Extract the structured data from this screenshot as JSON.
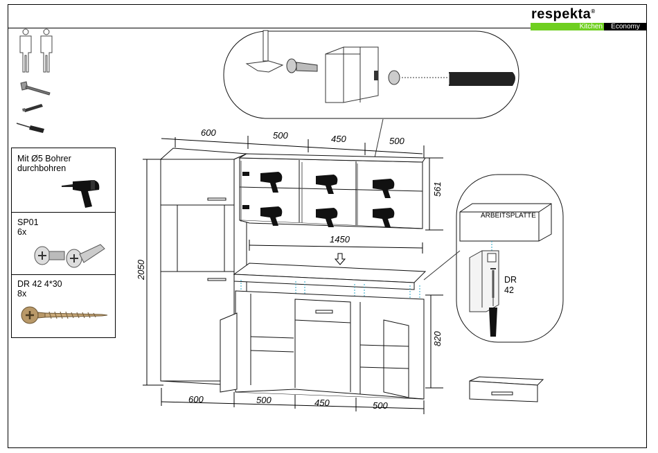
{
  "brand": {
    "name": "respekta",
    "reg": "®",
    "tag_green": "Kitchen",
    "tag_black": "Economy"
  },
  "legend": [
    {
      "text": "Mit Ø5 Bohrer\ndurchbohren",
      "icon": "drill-icon"
    },
    {
      "text": "SP01\n6x",
      "icon": "connector-screws-icon"
    },
    {
      "text": "DR 42  4*30\n8x",
      "icon": "wood-screw-icon"
    }
  ],
  "dimensions": {
    "top": [
      "600",
      "500",
      "450",
      "500"
    ],
    "bottom": [
      "600",
      "500",
      "450",
      "500"
    ],
    "worktop": "1450",
    "total_height": "2050",
    "wall_height": "561",
    "base_height": "820"
  },
  "callout": {
    "worktop_label": "ARBEITSPLATTE",
    "screw_label": "DR\n42"
  },
  "colors": {
    "accent": "#6fcf20",
    "dimension_line": "#000000",
    "guide": "#2aa8c8"
  }
}
